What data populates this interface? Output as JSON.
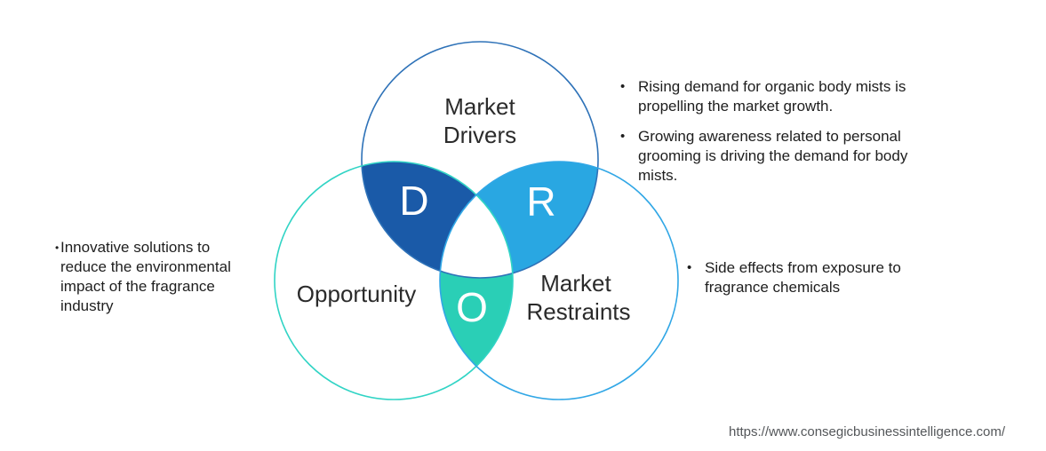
{
  "colors": {
    "d_lens": "#1a5aa8",
    "r_lens": "#29a7e2",
    "o_lens": "#2acfb6",
    "center_fill": "#ffffff",
    "drivers_stroke": "#2e72b8",
    "opportunity_stroke": "#31d4c5",
    "restraints_stroke": "#31a7e6"
  },
  "venn": {
    "drivers": {
      "letter": "D",
      "label_lines": [
        "Market",
        "Drivers"
      ]
    },
    "restraints": {
      "letter": "R",
      "label_lines": [
        "Market",
        "Restraints"
      ]
    },
    "opportunity": {
      "letter": "O",
      "label": "Opportunity"
    }
  },
  "notes": {
    "drivers": [
      "Rising demand for organic body mists is propelling the market growth.",
      "Growing awareness related to personal grooming is driving the demand for body mists."
    ],
    "opportunity": [
      "Innovative solutions to reduce the environmental impact of the fragrance industry"
    ],
    "restraints": [
      "Side effects from exposure to fragrance chemicals"
    ]
  },
  "icons": {
    "bullet_char": "•"
  },
  "footer": {
    "url": "https://www.consegicbusinessintelligence.com/"
  }
}
